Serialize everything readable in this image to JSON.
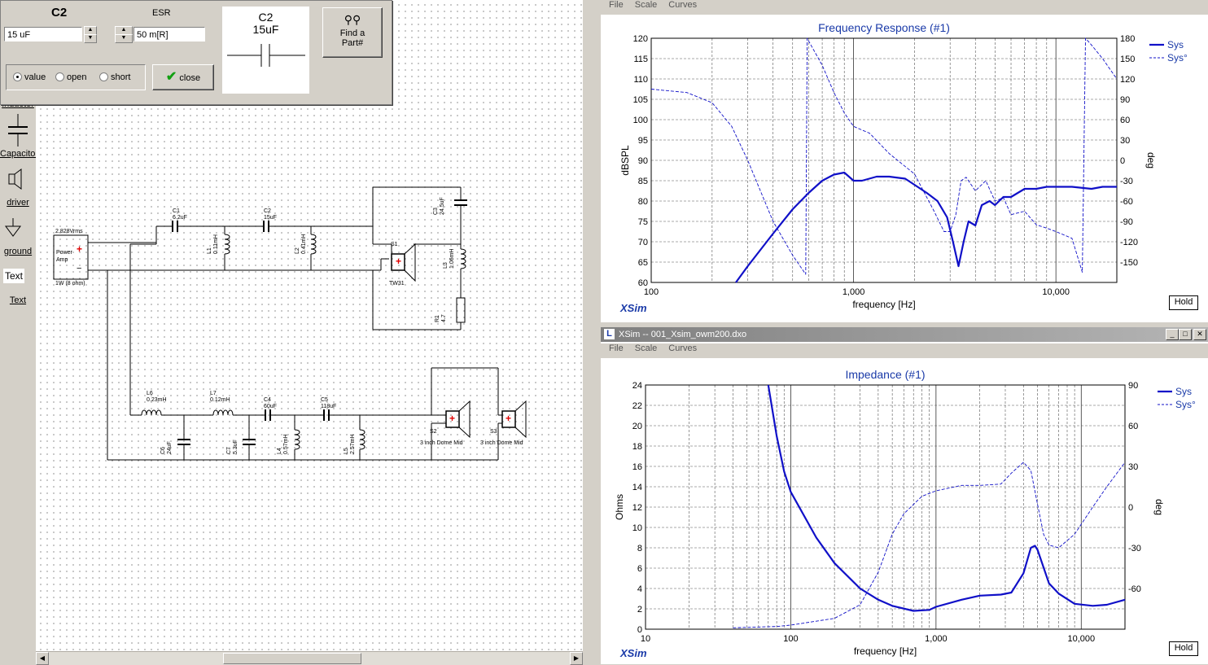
{
  "editor": {
    "part_name": "C2",
    "esr_label": "ESR",
    "value": "15 uF",
    "esr_value": "50 m[R]",
    "radio_value": "value",
    "radio_open": "open",
    "radio_short": "short",
    "close_label": "close",
    "find_label": "Find a Part#",
    "preview_name": "C2",
    "preview_value": "15uF"
  },
  "toolbar": {
    "items": [
      {
        "label": "Inductor"
      },
      {
        "label": "Capacitor"
      },
      {
        "label": "driver"
      },
      {
        "label": "ground"
      },
      {
        "label": "Text"
      },
      {
        "label": "Text"
      }
    ]
  },
  "schematic": {
    "amp_top": "2.828Vrms",
    "amp_name": "Power Amp",
    "amp_bottom": "1W (8 ohm)",
    "parts": [
      {
        "name": "C1",
        "value": "6.2uF"
      },
      {
        "name": "C2",
        "value": "15uF"
      },
      {
        "name": "L1",
        "value": "0.11mH"
      },
      {
        "name": "L2",
        "value": "0.41mH"
      },
      {
        "name": "C3",
        "value": "24.5uF"
      },
      {
        "name": "L3",
        "value": "1.06mH"
      },
      {
        "name": "R1",
        "value": "4.7"
      },
      {
        "name": "S1",
        "value": "TW31"
      },
      {
        "name": "L6",
        "value": "0.23mH"
      },
      {
        "name": "L7",
        "value": "0.12mH"
      },
      {
        "name": "C4",
        "value": "60uF"
      },
      {
        "name": "C5",
        "value": "118uF"
      },
      {
        "name": "C6",
        "value": "24uF"
      },
      {
        "name": "C7",
        "value": "5.3uF"
      },
      {
        "name": "L4",
        "value": "0.57mH"
      },
      {
        "name": "L5",
        "value": "2.57mH"
      },
      {
        "name": "S2",
        "value": "3 inch Dome Mid"
      },
      {
        "name": "S3",
        "value": "3 inch Dome Mid"
      }
    ]
  },
  "freq_window": {
    "menu": [
      "File",
      "Scale",
      "Curves"
    ],
    "hold": "Hold",
    "brand": "XSim"
  },
  "imp_window": {
    "title": "XSim -- 001_Xsim_owm200.dxo",
    "menu": [
      "File",
      "Scale",
      "Curves"
    ],
    "hold": "Hold",
    "brand": "XSim"
  },
  "chart_data": [
    {
      "type": "line",
      "title": "Frequency Response (#1)",
      "xlabel": "frequency [Hz]",
      "ylabel": "dBSPL",
      "y2label": "deg",
      "xscale": "log",
      "xlim": [
        100,
        20000
      ],
      "ylim": [
        60,
        120
      ],
      "y2lim": [
        -180,
        180
      ],
      "x_ticks": [
        "100",
        "1,000",
        "10,000"
      ],
      "y_ticks": [
        60,
        65,
        70,
        75,
        80,
        85,
        90,
        95,
        100,
        105,
        110,
        115,
        120
      ],
      "y2_ticks": [
        -150,
        -120,
        -90,
        -60,
        -30,
        0,
        30,
        60,
        90,
        120,
        150,
        180
      ],
      "legend_position": "top-right",
      "color": "#1010c8",
      "series": [
        {
          "name": "Sys",
          "style": "solid",
          "axis": "left",
          "x": [
            262,
            300,
            400,
            500,
            600,
            700,
            800,
            900,
            1000,
            1100,
            1300,
            1500,
            1800,
            2000,
            2300,
            2600,
            2900,
            3100,
            3300,
            3500,
            3700,
            4000,
            4300,
            4700,
            5000,
            5500,
            6000,
            7000,
            8000,
            9000,
            10000,
            12000,
            15000,
            17000,
            20000
          ],
          "y": [
            60,
            64,
            72,
            78,
            82,
            85,
            86.5,
            87,
            85,
            85,
            86,
            86,
            85.5,
            84,
            82,
            80,
            76,
            70,
            64,
            70,
            75,
            74,
            79,
            80,
            79,
            81,
            81,
            83,
            83,
            83.5,
            83.5,
            83.5,
            83,
            83.5,
            83.5
          ]
        },
        {
          "name": "Sys°",
          "style": "dashed",
          "axis": "right",
          "x": [
            100,
            150,
            200,
            250,
            300,
            400,
            500,
            580,
            590,
            600,
            700,
            800,
            900,
            1000,
            1200,
            1500,
            2000,
            2500,
            2800,
            3000,
            3200,
            3400,
            3600,
            4000,
            4500,
            5000,
            5500,
            6000,
            7000,
            8000,
            9000,
            10000,
            12000,
            13500,
            14000,
            15000,
            17000,
            20000
          ],
          "y": [
            105,
            100,
            85,
            50,
            0,
            -90,
            -140,
            -168,
            180,
            176,
            140,
            100,
            70,
            50,
            40,
            10,
            -20,
            -75,
            -105,
            -105,
            -80,
            -30,
            -25,
            -45,
            -30,
            -60,
            -55,
            -80,
            -75,
            -95,
            -100,
            -105,
            -115,
            -165,
            180,
            170,
            150,
            120
          ]
        }
      ]
    },
    {
      "type": "line",
      "title": "Impedance (#1)",
      "xlabel": "frequency [Hz]",
      "ylabel": "Ohms",
      "y2label": "deg",
      "xscale": "log",
      "xlim": [
        10,
        20000
      ],
      "ylim": [
        0,
        24
      ],
      "y2lim": [
        -90,
        90
      ],
      "x_ticks": [
        "10",
        "100",
        "1,000",
        "10,000"
      ],
      "y_ticks": [
        0,
        2,
        4,
        6,
        8,
        10,
        12,
        14,
        16,
        18,
        20,
        22,
        24
      ],
      "y2_ticks": [
        -60,
        -30,
        0,
        30,
        60,
        90
      ],
      "legend_position": "top-right",
      "color": "#1010c8",
      "series": [
        {
          "name": "Sys",
          "style": "solid",
          "axis": "left",
          "x": [
            70,
            80,
            90,
            100,
            150,
            200,
            300,
            400,
            500,
            700,
            900,
            1000,
            1500,
            2000,
            2800,
            3300,
            4000,
            4500,
            4800,
            5000,
            6000,
            7000,
            9000,
            12000,
            15000,
            20000
          ],
          "y": [
            24,
            19,
            15.5,
            13.5,
            9,
            6.5,
            4,
            2.9,
            2.3,
            1.8,
            1.9,
            2.2,
            2.9,
            3.3,
            3.4,
            3.6,
            5.5,
            8,
            8.2,
            7.8,
            4.5,
            3.5,
            2.5,
            2.3,
            2.4,
            2.9
          ]
        },
        {
          "name": "Sys°",
          "style": "dashed",
          "axis": "right",
          "x": [
            40,
            80,
            100,
            200,
            300,
            400,
            500,
            600,
            800,
            1000,
            1500,
            2000,
            2800,
            3300,
            4000,
            4500,
            5000,
            5500,
            6000,
            7000,
            9000,
            12000,
            15000,
            20000
          ],
          "y": [
            -89,
            -88,
            -87,
            -82,
            -72,
            -48,
            -20,
            -5,
            8,
            12,
            16,
            16,
            17,
            25,
            33,
            27,
            2,
            -20,
            -28,
            -30,
            -20,
            0,
            15,
            33
          ]
        }
      ]
    }
  ]
}
